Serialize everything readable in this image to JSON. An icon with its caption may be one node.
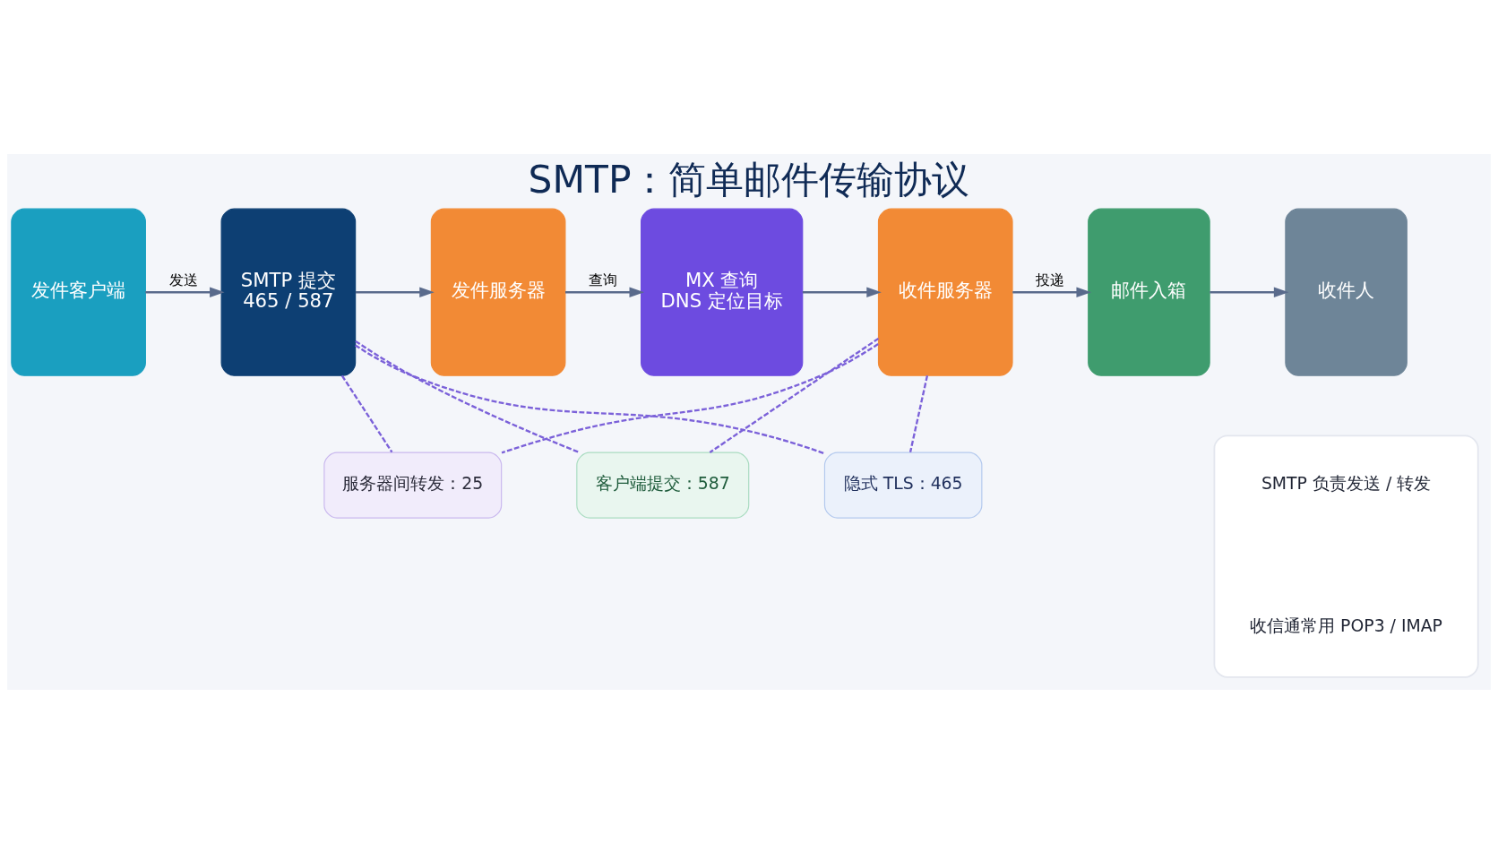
{
  "diagram": {
    "title": "SMTP：简单邮件传输协议",
    "nodes": [
      {
        "text": [
          "发件客户端"
        ]
      },
      {
        "text": [
          "SMTP 提交",
          "465 / 587"
        ]
      },
      {
        "text": [
          "发件服务器"
        ]
      },
      {
        "text": [
          "MX 查询",
          "DNS 定位目标"
        ]
      },
      {
        "text": [
          "收件服务器"
        ]
      },
      {
        "text": [
          "邮件入箱"
        ]
      },
      {
        "text": [
          "收件人"
        ]
      },
      {
        "text": [
          "服务器间转发：25"
        ]
      },
      {
        "text": [
          "客户端提交：587"
        ]
      },
      {
        "text": [
          "隐式 TLS：465"
        ]
      },
      {
        "text": [],
        "shape": "box"
      },
      {
        "text": [
          "SMTP 负责发送 / 转发"
        ],
        "in": 10
      },
      {
        "text": [
          "收信通常用 POP3 / IMAP"
        ],
        "in": 10
      }
    ],
    "edges": [
      {
        "from": 0,
        "to": 1,
        "arrow": "to",
        "label": "发送"
      },
      {
        "from": 1,
        "to": 2,
        "arrow": "to"
      },
      {
        "from": 2,
        "to": 3,
        "arrow": "to",
        "label": "查询"
      },
      {
        "from": 3,
        "to": 4,
        "arrow": "to"
      },
      {
        "from": 4,
        "to": 5,
        "arrow": "to",
        "label": "投递"
      },
      {
        "from": 5,
        "to": 6,
        "arrow": "to"
      },
      {
        "from": 1,
        "to": 7,
        "arrow": "none",
        "style": "dashed",
        "color": "#7b61d9"
      },
      {
        "from": 1,
        "to": 8,
        "arrow": "none",
        "style": "dashed",
        "color": "#7b61d9"
      },
      {
        "from": 1,
        "to": 9,
        "arrow": "none",
        "style": "dashed",
        "color": "#7b61d9"
      },
      {
        "from": 4,
        "to": 7,
        "arrow": "none",
        "style": "dashed",
        "color": "#7b61d9"
      },
      {
        "from": 4,
        "to": 8,
        "arrow": "none",
        "style": "dashed",
        "color": "#7b61d9"
      },
      {
        "from": 4,
        "to": 9,
        "arrow": "none",
        "style": "dashed",
        "color": "#7b61d9"
      }
    ]
  }
}
